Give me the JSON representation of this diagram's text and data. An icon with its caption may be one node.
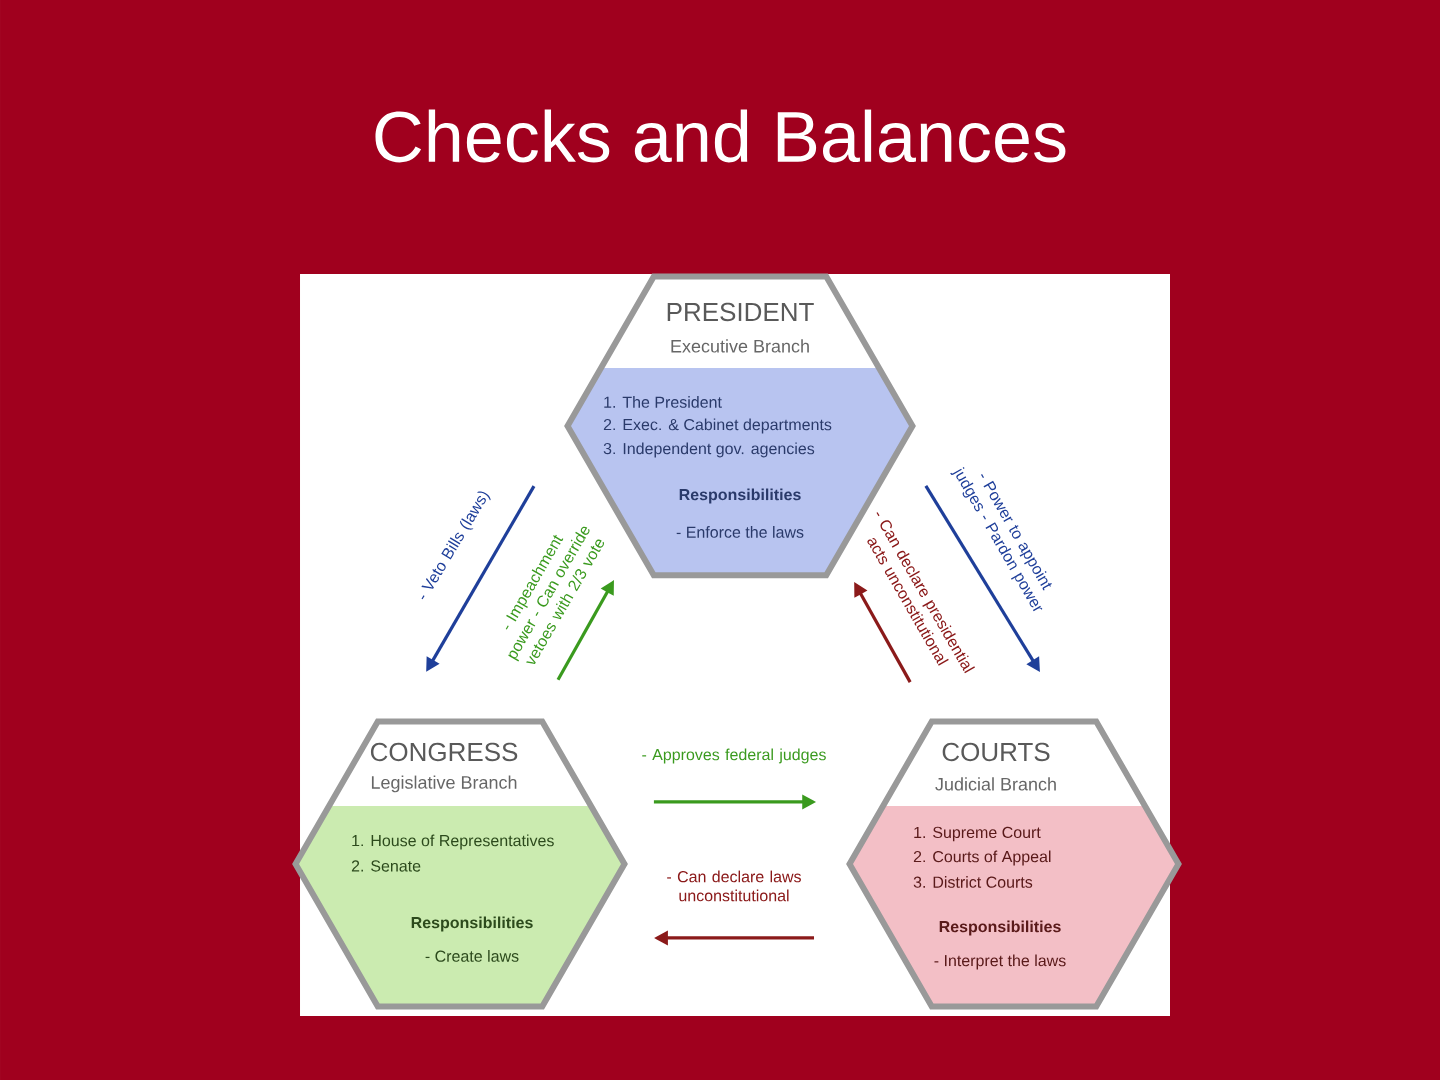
{
  "diagram": {
    "title": "Checks and Balances",
    "nodes": [
      {
        "text": [
          "PRESIDENT",
          "Executive Branch",
          "1. The President",
          "2. Exec. & Cabinet departments",
          "3. Independent gov. agencies",
          "Responsibilities",
          "- Enforce the laws"
        ]
      },
      {
        "text": [
          "CONGRESS",
          "Legislative Branch",
          "1. House of Representatives",
          "2. Senate",
          "Responsibilities",
          "- Create laws"
        ]
      },
      {
        "text": [
          "COURTS",
          "Judicial Branch",
          "1. Supreme Court",
          "2. Courts of Appeal",
          "3. District Courts",
          "Responsibilities",
          "- Interpret the laws"
        ]
      }
    ],
    "edges": [
      {
        "from": 0,
        "to": 1,
        "arrow": "to",
        "label": "- Veto Bills (laws)",
        "color": "#1f3f9a"
      },
      {
        "from": 1,
        "to": 0,
        "arrow": "to",
        "label": "- Impeachment power - Can override vetoes with 2/3 vote",
        "color": "#3a9a1e"
      },
      {
        "from": 0,
        "to": 2,
        "arrow": "to",
        "label": "- Power to appoint judges - Pardon power",
        "color": "#1f3f9a"
      },
      {
        "from": 2,
        "to": 0,
        "arrow": "to",
        "label": "- Can declare presidential acts unconstitutional",
        "color": "#8b1a1a"
      },
      {
        "from": 1,
        "to": 2,
        "arrow": "to",
        "label": "- Approves federal judges",
        "color": "#3a9a1e"
      },
      {
        "from": 2,
        "to": 1,
        "arrow": "to",
        "label": "- Can declare laws unconstitutional",
        "color": "#8b1a1a"
      }
    ]
  }
}
